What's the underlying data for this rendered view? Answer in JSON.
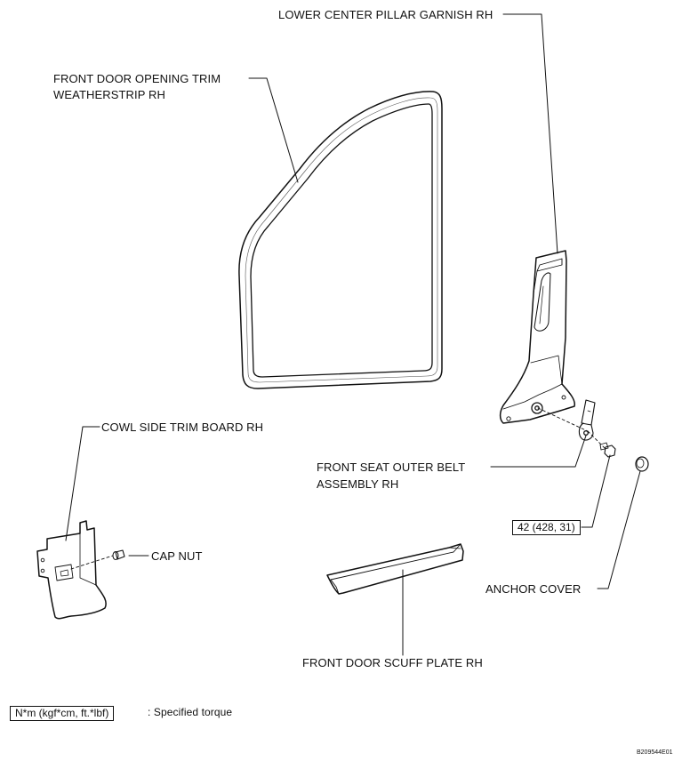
{
  "labels": {
    "lower_center_pillar_garnish": "LOWER CENTER PILLAR GARNISH RH",
    "front_door_opening_trim_line1": "FRONT DOOR OPENING TRIM",
    "front_door_opening_trim_line2": "WEATHERSTRIP RH",
    "cowl_side_trim_board": "COWL SIDE TRIM BOARD RH",
    "front_seat_outer_belt_line1": "FRONT SEAT OUTER BELT",
    "front_seat_outer_belt_line2": "ASSEMBLY RH",
    "cap_nut": "CAP NUT",
    "anchor_cover": "ANCHOR COVER",
    "front_door_scuff_plate": "FRONT DOOR SCUFF PLATE RH"
  },
  "torque": {
    "value": "42 (428, 31)"
  },
  "legend": {
    "unit_box": "N*m (kgf*cm, ft.*lbf)",
    "text": ": Specified torque"
  },
  "figure_id": "B209544E01"
}
